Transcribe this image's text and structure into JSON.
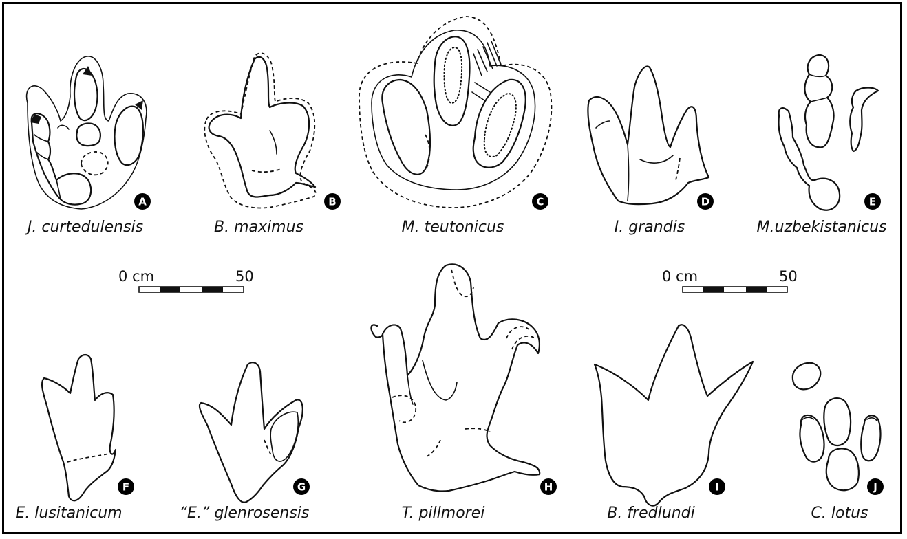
{
  "tracks": [
    {
      "letter": "A",
      "species": "J. curtedulensis"
    },
    {
      "letter": "B",
      "species": "B. maximus"
    },
    {
      "letter": "C",
      "species": "M. teutonicus"
    },
    {
      "letter": "D",
      "species": "I. grandis"
    },
    {
      "letter": "E",
      "species": "M.uzbekistanicus"
    },
    {
      "letter": "F",
      "species": "E. lusitanicum"
    },
    {
      "letter": "G",
      "species": "“E.” glenrosensis"
    },
    {
      "letter": "H",
      "species": "T. pillmorei"
    },
    {
      "letter": "I",
      "species": "B. fredlundi"
    },
    {
      "letter": "J",
      "species": "C. lotus"
    }
  ],
  "scale_bars": [
    {
      "start_label": "0 cm",
      "end_label": "50"
    },
    {
      "start_label": "0 cm",
      "end_label": "50"
    }
  ]
}
